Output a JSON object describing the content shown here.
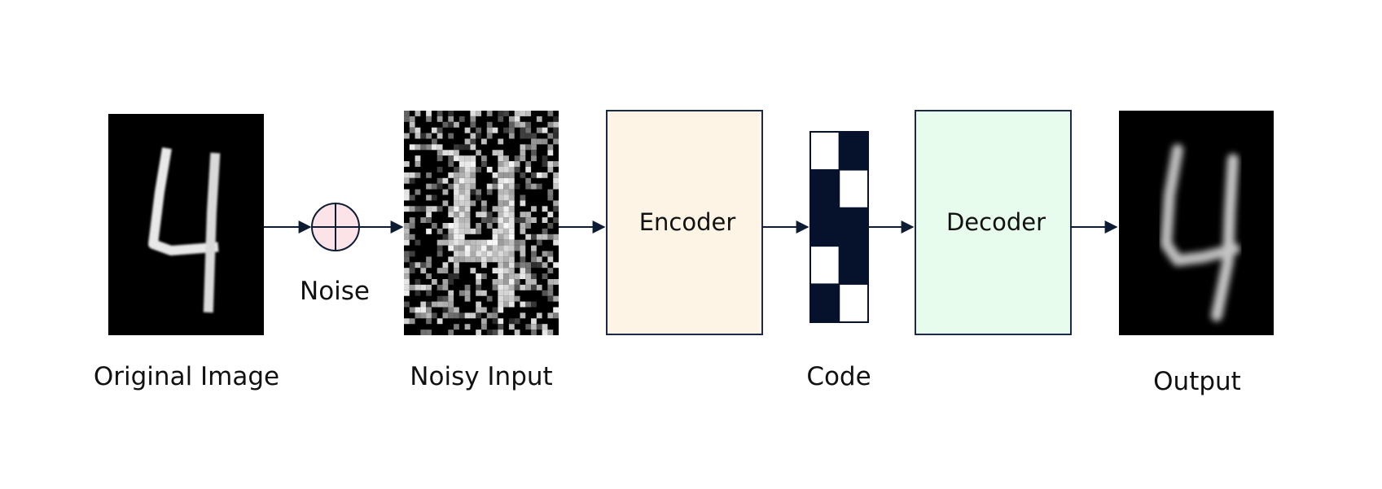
{
  "labels": {
    "original": "Original Image",
    "noise": "Noise",
    "noisy": "Noisy Input",
    "encoder": "Encoder",
    "code": "Code",
    "decoder": "Decoder",
    "output": "Output"
  },
  "colors": {
    "background": "#ffffff",
    "encoder_fill": "#fdf4e6",
    "decoder_fill": "#e7fcec",
    "noise_fill": "#fbe3e8",
    "arrow": "#0d1b33",
    "code_dark": "#06122b",
    "code_light": "#ffffff",
    "image_bg": "#000000"
  },
  "code_grid": {
    "rows": 5,
    "cols": 2,
    "cells": [
      [
        "light",
        "dark"
      ],
      [
        "dark",
        "light"
      ],
      [
        "dark",
        "dark"
      ],
      [
        "light",
        "dark"
      ],
      [
        "dark",
        "light"
      ]
    ]
  },
  "pipeline": [
    "original",
    "noise",
    "noisy",
    "encoder",
    "code",
    "decoder",
    "output"
  ]
}
